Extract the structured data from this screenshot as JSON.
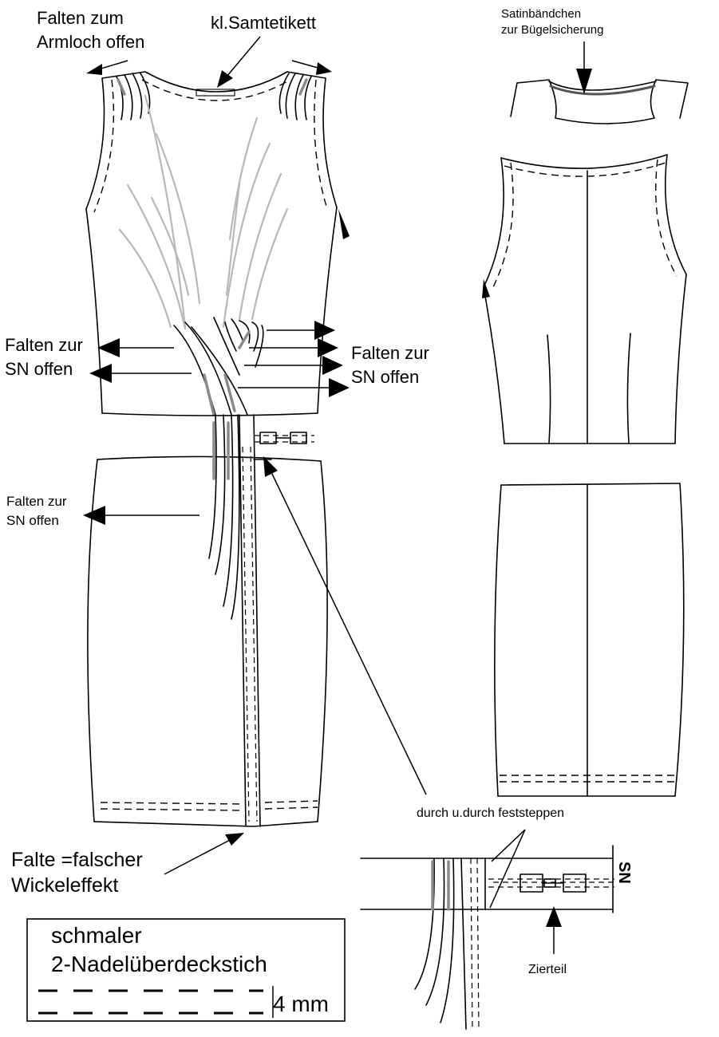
{
  "labels": {
    "armhole_pleats": [
      "Falten zum",
      "Armloch offen"
    ],
    "velvet_label": "kl.Samtetikett",
    "satin_ribbon": [
      "Satinbändchen",
      "zur Bügelsicherung"
    ],
    "pleats_sn_left": [
      "Falten zur",
      "SN offen"
    ],
    "pleats_sn_right": [
      "Falten zur",
      "SN offen"
    ],
    "pleats_sn_skirt": [
      "Falten zur",
      "SN offen"
    ],
    "stitch_through": "durch u.durch feststeppen",
    "false_wrap": [
      "Falte =falscher",
      "Wickeleffekt"
    ],
    "sn_mark": "SN",
    "ornament": "Zierteil"
  },
  "legend": {
    "line1": "schmaler",
    "line2": "2-Nadelüberdeckstich",
    "measure": "4 mm"
  }
}
